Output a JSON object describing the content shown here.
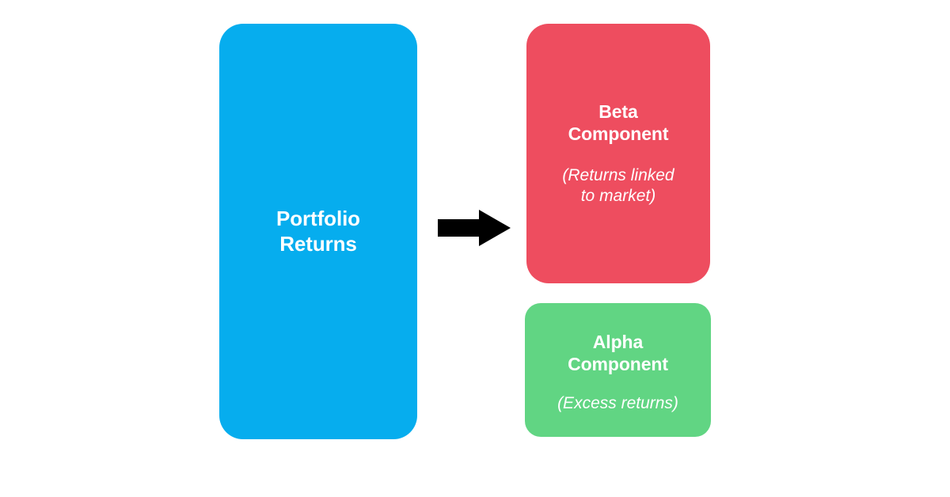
{
  "diagram": {
    "background_color": "#ffffff",
    "source": {
      "title": "Portfolio\nReturns",
      "subtitle": "",
      "color": "#06adee",
      "text_color": "#ffffff"
    },
    "outputs": [
      {
        "key": "beta",
        "title": "Beta\nComponent",
        "subtitle": "(Returns linked\nto market)",
        "color": "#ee4d5f",
        "text_color": "#ffffff"
      },
      {
        "key": "alpha",
        "title": "Alpha\nComponent",
        "subtitle": "(Excess returns)",
        "color": "#61d583",
        "text_color": "#ffffff"
      }
    ],
    "connector": {
      "icon": "right-arrow-icon",
      "color": "#000000",
      "direction": "right"
    }
  }
}
